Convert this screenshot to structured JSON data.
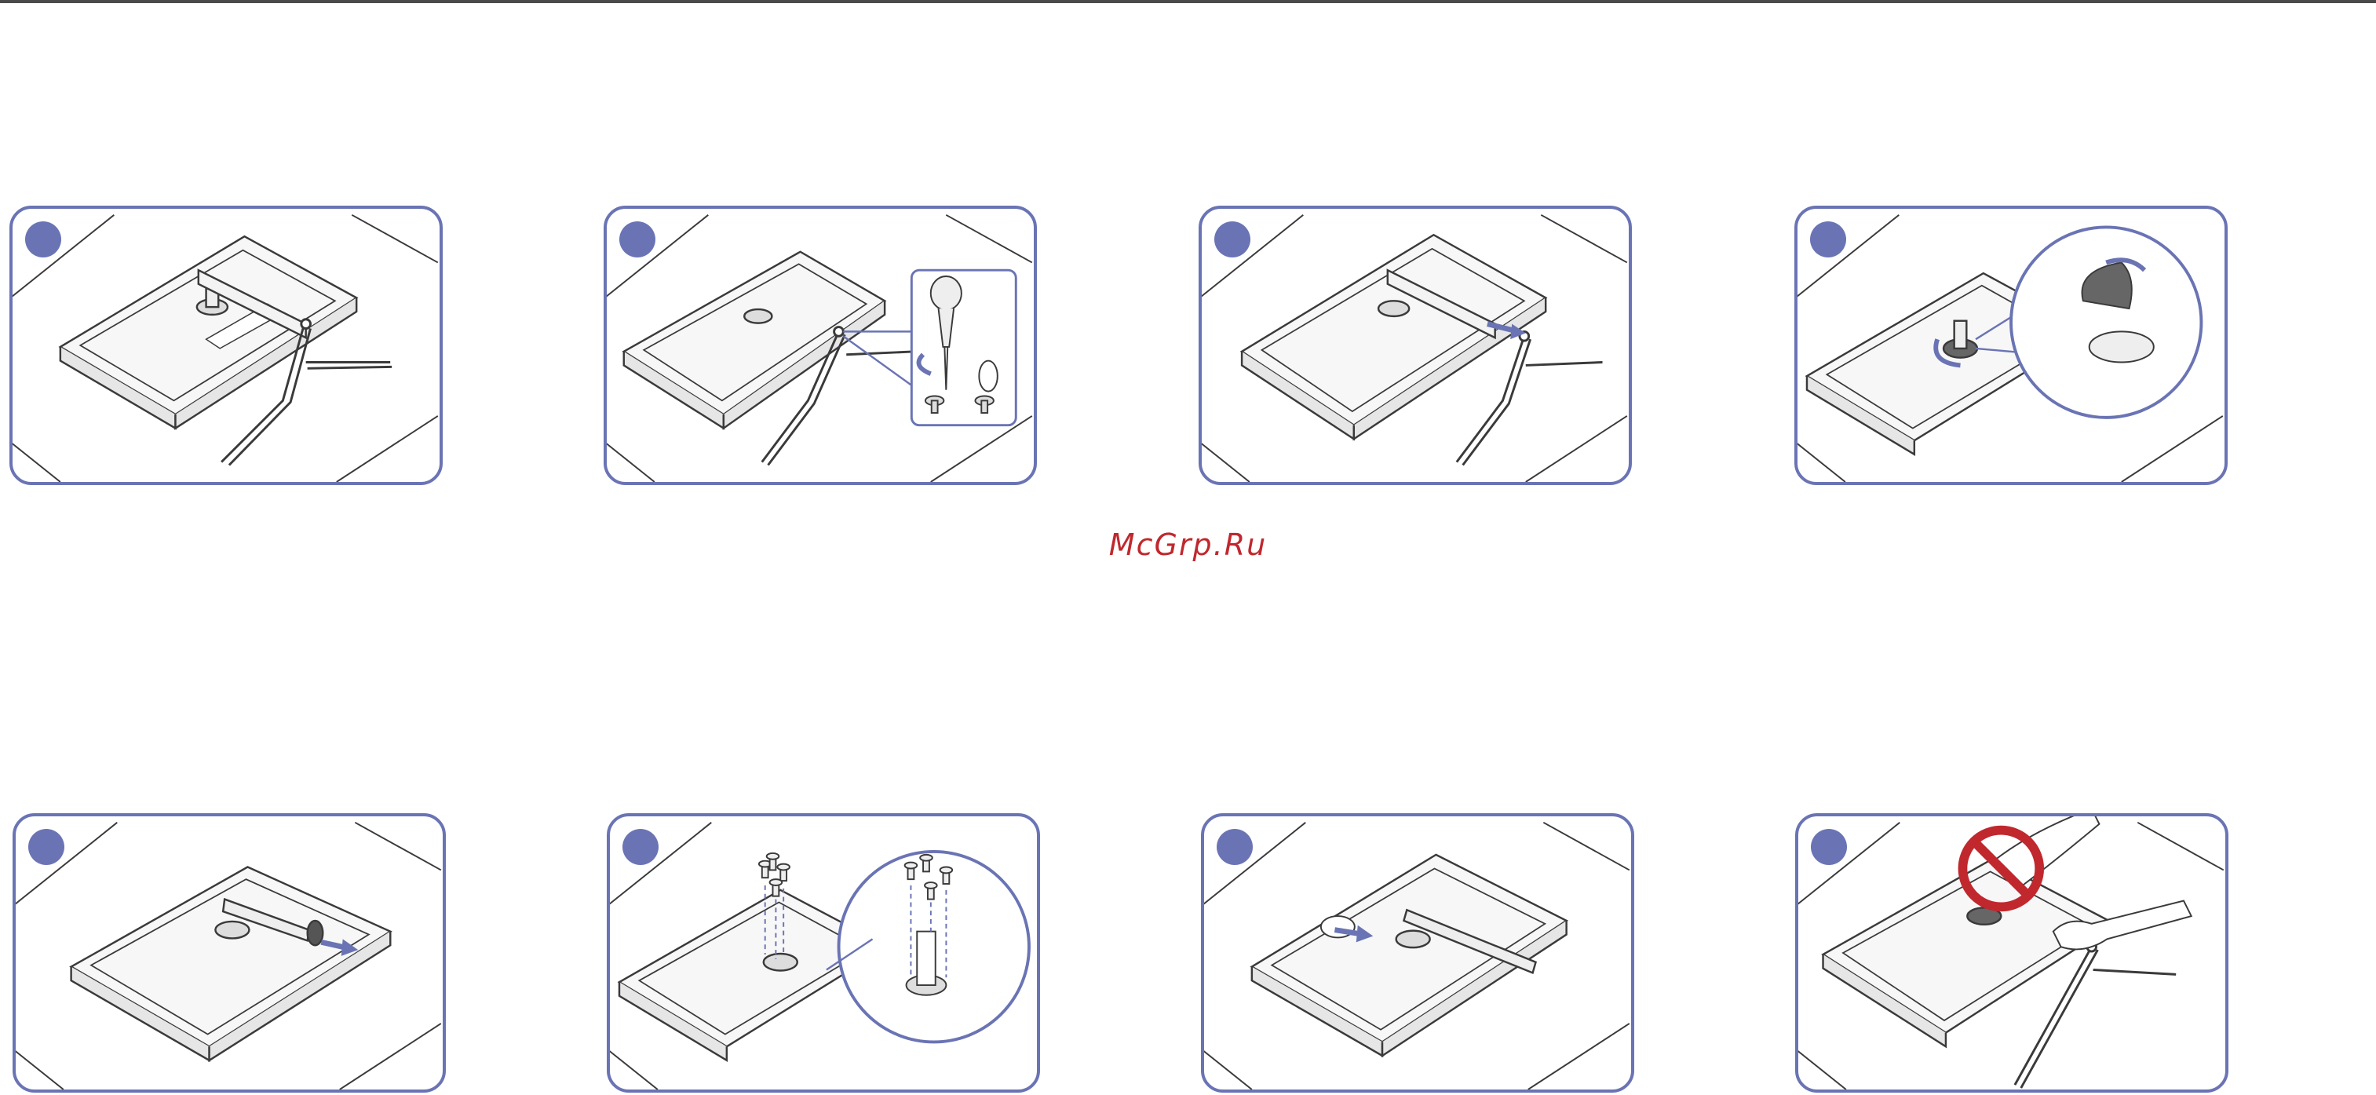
{
  "watermark": "McGrp.Ru",
  "colors": {
    "accent": "#6a74b4",
    "line": "#3a3a3a",
    "watermark": "#c0282e",
    "rule": "#4a4a4a"
  },
  "panels": [
    {
      "id": 1,
      "action": "stand-base-lying-on-monitor",
      "icons": [
        "monitor-back-icon",
        "stand-neck-icon",
        "stand-base-icon"
      ]
    },
    {
      "id": 2,
      "action": "unscrew-with-screwdriver",
      "icons": [
        "monitor-back-icon",
        "stand-base-icon",
        "screwdriver-icon",
        "rotate-arrow-icon",
        "screw-icon"
      ]
    },
    {
      "id": 3,
      "action": "slide-base-off",
      "icons": [
        "monitor-back-icon",
        "stand-base-icon",
        "pull-arrow-icon"
      ]
    },
    {
      "id": 4,
      "action": "rotate-stand-neck",
      "icons": [
        "monitor-back-icon",
        "stand-neck-icon",
        "magnifier-icon",
        "rotate-arrow-icon"
      ]
    },
    {
      "id": 5,
      "action": "pull-stand-neck-out",
      "icons": [
        "monitor-back-icon",
        "stand-neck-icon",
        "pull-arrow-icon"
      ]
    },
    {
      "id": 6,
      "action": "insert-four-screws",
      "icons": [
        "monitor-back-icon",
        "screw-icon",
        "magnifier-icon"
      ]
    },
    {
      "id": 7,
      "action": "slide-stand-neck",
      "icons": [
        "monitor-back-icon",
        "stand-neck-icon",
        "push-arrow-icon"
      ]
    },
    {
      "id": 8,
      "action": "do-not-hold-stand",
      "icons": [
        "monitor-back-icon",
        "hand-icon",
        "prohibited-icon",
        "stand-base-icon"
      ]
    }
  ]
}
